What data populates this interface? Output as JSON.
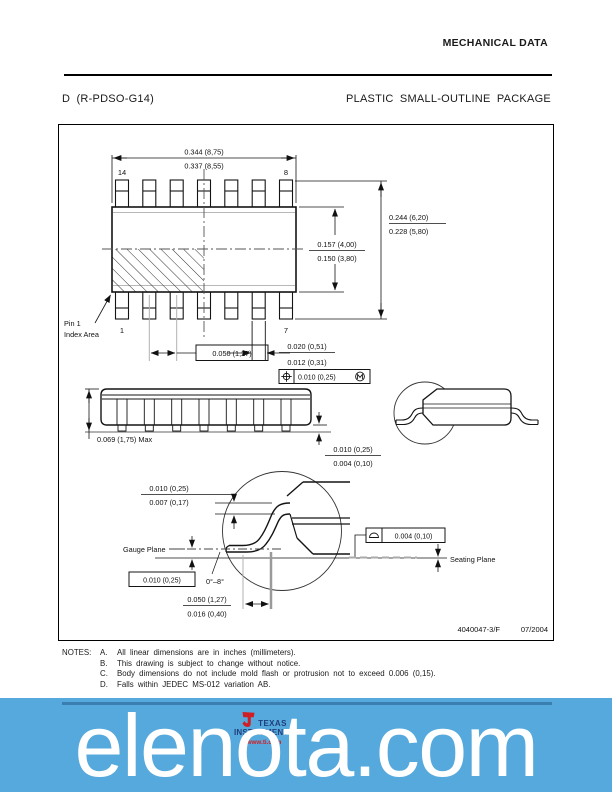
{
  "header": {
    "doc_type": "MECHANICAL DATA",
    "package_code": "D (R-PDSO-G14)",
    "package_title": "PLASTIC SMALL-OUTLINE PACKAGE"
  },
  "labels": {
    "pin14": "14",
    "pin8": "8",
    "pin1": "1",
    "pin7": "7",
    "pin1_line1": "Pin 1",
    "pin1_line2": "Index Area",
    "gauge_plane": "Gauge Plane",
    "seating_plane": "Seating Plane"
  },
  "dims": {
    "overall_width_max": "0.344 (8,75)",
    "overall_width_min": "0.337 (8,55)",
    "lead_span_max": "0.244 (6,20)",
    "lead_span_min": "0.228 (5,80)",
    "body_width_max": "0.157 (4,00)",
    "body_width_min": "0.150 (3,80)",
    "pitch": "0.050 (1,27)",
    "lead_width_max": "0.020 (0,51)",
    "lead_width_min": "0.012 (0,31)",
    "true_position": "0.010 (0,25)",
    "height_max": "0.069 (1,75) Max",
    "standoff_max": "0.010 (0,25)",
    "standoff_min": "0.004 (0,10)",
    "lead_thickness_max": "0.010 (0,25)",
    "lead_thickness_min": "0.007 (0,17)",
    "gauge_offset": "0.010 (0,25)",
    "lead_angle": "0°–8°",
    "foot_length_max": "0.050 (1,27)",
    "foot_length_min": "0.016 (0,40)",
    "flatness": "0.004 (0,10)"
  },
  "figure": {
    "number": "4040047-3/F",
    "date": "07/2004"
  },
  "notes": {
    "label": "NOTES:",
    "items": [
      {
        "id": "A.",
        "text": "All linear dimensions are in inches (millimeters)."
      },
      {
        "id": "B.",
        "text": "This drawing is subject to change without notice."
      },
      {
        "id": "C.",
        "text": "Body dimensions do not include mold flash or protrusion not to exceed 0.006 (0,15)."
      },
      {
        "id": "D.",
        "text": "Falls within JEDEC MS-012 variation AB."
      }
    ]
  },
  "footer": {
    "watermark": "elenota.com",
    "ti_line1": "TEXAS",
    "ti_line2": "INSTRUMENTS",
    "ti_url": "www.ti.com"
  },
  "colors": {
    "banner": "#56a9dc",
    "banner_rule": "#3b7fb0",
    "ti_red": "#cf1f25",
    "ti_navy": "#1f3e7c"
  }
}
